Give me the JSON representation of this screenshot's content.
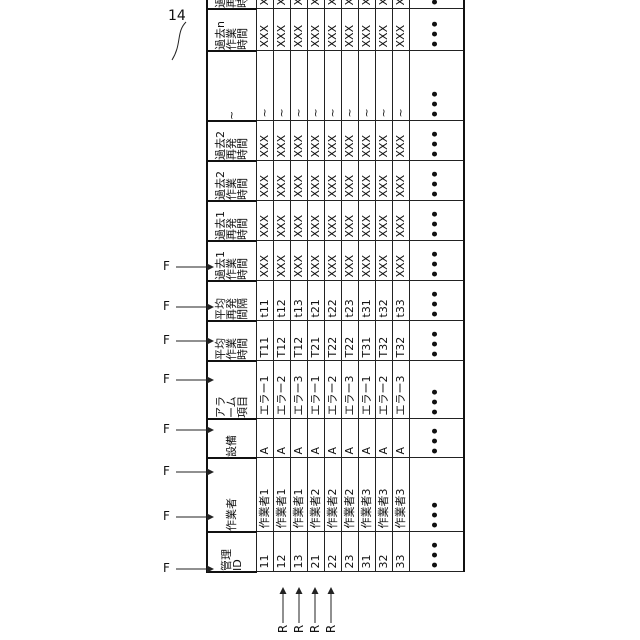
{
  "figure_ref": "14",
  "header_markers": [
    "F",
    "F",
    "F",
    "F",
    "F",
    "F",
    "F",
    "F"
  ],
  "row_markers": [
    "R",
    "R",
    "R",
    "R"
  ],
  "columns": [
    {
      "key": "id",
      "lines": [
        "管理",
        "ID"
      ]
    },
    {
      "key": "worker",
      "lines": [
        "作業者"
      ]
    },
    {
      "key": "equipment",
      "lines": [
        "設備"
      ]
    },
    {
      "key": "alarm",
      "lines": [
        "アラ",
        "ーム",
        "項目"
      ]
    },
    {
      "key": "avg_work",
      "lines": [
        "平均",
        "作業",
        "時間"
      ]
    },
    {
      "key": "avg_recur",
      "lines": [
        "平均",
        "再発",
        "間隔"
      ]
    },
    {
      "key": "p1_work",
      "lines": [
        "過去1",
        "作業",
        "時間"
      ]
    },
    {
      "key": "p1_recur",
      "lines": [
        "過去1",
        "再発",
        "時間"
      ]
    },
    {
      "key": "p2_work",
      "lines": [
        "過去2",
        "作業",
        "時間"
      ]
    },
    {
      "key": "p2_recur",
      "lines": [
        "過去2",
        "再発",
        "時間"
      ]
    },
    {
      "key": "ellipsis",
      "lines": [
        "~"
      ]
    },
    {
      "key": "pn_work",
      "lines": [
        "過去n",
        "作業",
        "時間"
      ]
    },
    {
      "key": "pn_recur",
      "lines": [
        "過去n",
        "再発",
        "時間"
      ]
    }
  ],
  "rows": [
    [
      "11",
      "作業者1",
      "A",
      "エラー1",
      "T11",
      "t11",
      "XXX",
      "XXX",
      "XXX",
      "XXX",
      "~",
      "XXX",
      "XXX"
    ],
    [
      "12",
      "作業者1",
      "A",
      "エラー2",
      "T12",
      "t12",
      "XXX",
      "XXX",
      "XXX",
      "XXX",
      "~",
      "XXX",
      "XXX"
    ],
    [
      "13",
      "作業者1",
      "A",
      "エラー3",
      "T12",
      "t13",
      "XXX",
      "XXX",
      "XXX",
      "XXX",
      "~",
      "XXX",
      "XXX"
    ],
    [
      "21",
      "作業者2",
      "A",
      "エラー1",
      "T21",
      "t21",
      "XXX",
      "XXX",
      "XXX",
      "XXX",
      "~",
      "XXX",
      "XXX"
    ],
    [
      "22",
      "作業者2",
      "A",
      "エラー2",
      "T22",
      "t22",
      "XXX",
      "XXX",
      "XXX",
      "XXX",
      "~",
      "XXX",
      "XXX"
    ],
    [
      "23",
      "作業者2",
      "A",
      "エラー3",
      "T22",
      "t23",
      "XXX",
      "XXX",
      "XXX",
      "XXX",
      "~",
      "XXX",
      "XXX"
    ],
    [
      "31",
      "作業者3",
      "A",
      "エラー1",
      "T31",
      "t31",
      "XXX",
      "XXX",
      "XXX",
      "XXX",
      "~",
      "XXX",
      "XXX"
    ],
    [
      "32",
      "作業者3",
      "A",
      "エラー2",
      "T32",
      "t32",
      "XXX",
      "XXX",
      "XXX",
      "XXX",
      "~",
      "XXX",
      "XXX"
    ],
    [
      "33",
      "作業者3",
      "A",
      "エラー3",
      "T32",
      "t33",
      "XXX",
      "XXX",
      "XXX",
      "XXX",
      "~",
      "XXX",
      "XXX"
    ]
  ],
  "continuation": "•••"
}
